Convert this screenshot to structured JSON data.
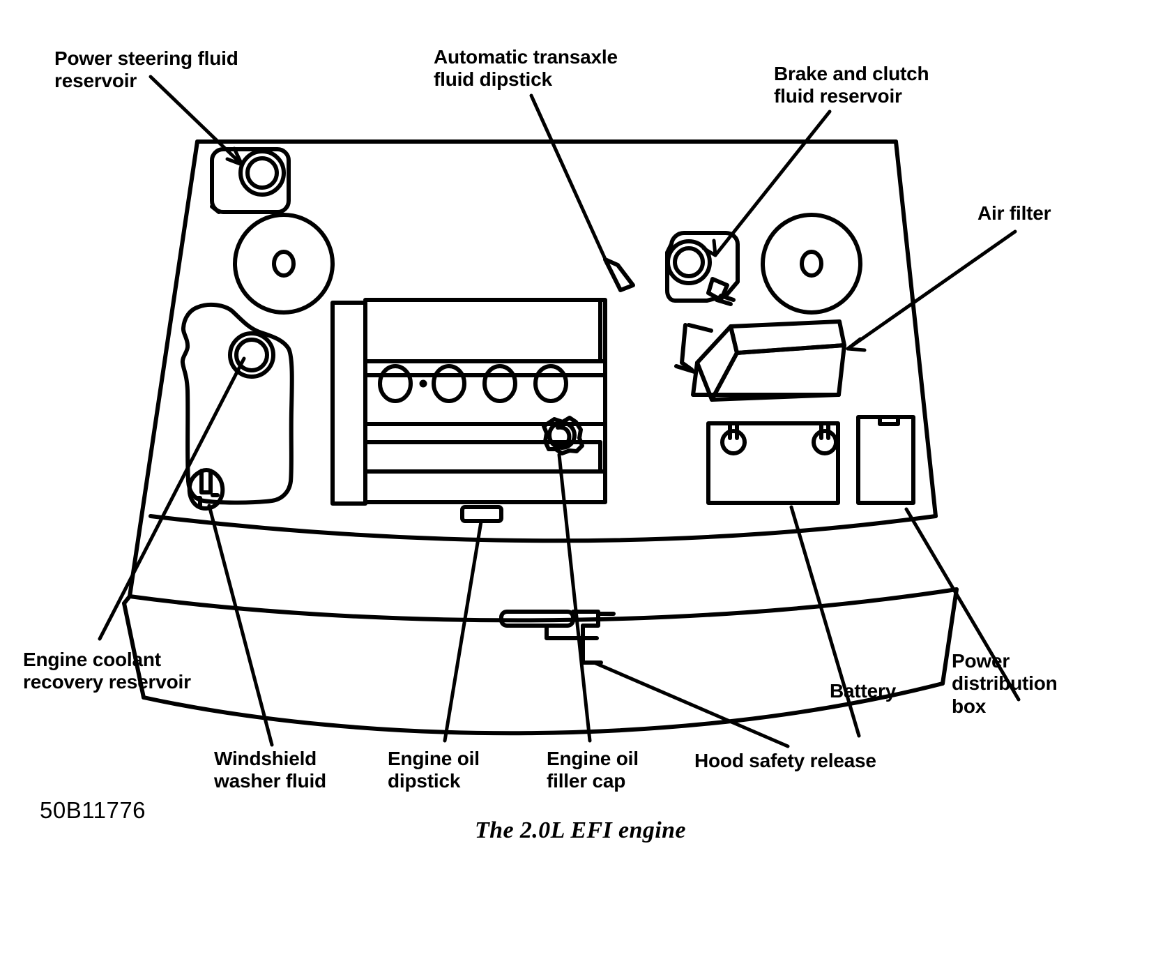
{
  "figure": {
    "id_code": "50B11776",
    "caption": "The 2.0L EFI engine"
  },
  "labels": {
    "power_steering": "Power steering fluid\nreservoir",
    "transaxle_dipstick": "Automatic transaxle\nfluid dipstick",
    "brake_clutch": "Brake and clutch\nfluid reservoir",
    "air_filter": "Air filter",
    "engine_coolant": "Engine coolant\nrecovery reservoir",
    "windshield_washer": "Windshield\nwasher fluid",
    "engine_oil_dipstick": "Engine oil\ndipstick",
    "engine_oil_filler": "Engine oil\nfiller cap",
    "hood_safety_release": "Hood safety release",
    "battery": "Battery",
    "power_distribution": "Power\ndistribution\nbox"
  },
  "colors": {
    "ink": "#000000",
    "paper": "#ffffff"
  }
}
